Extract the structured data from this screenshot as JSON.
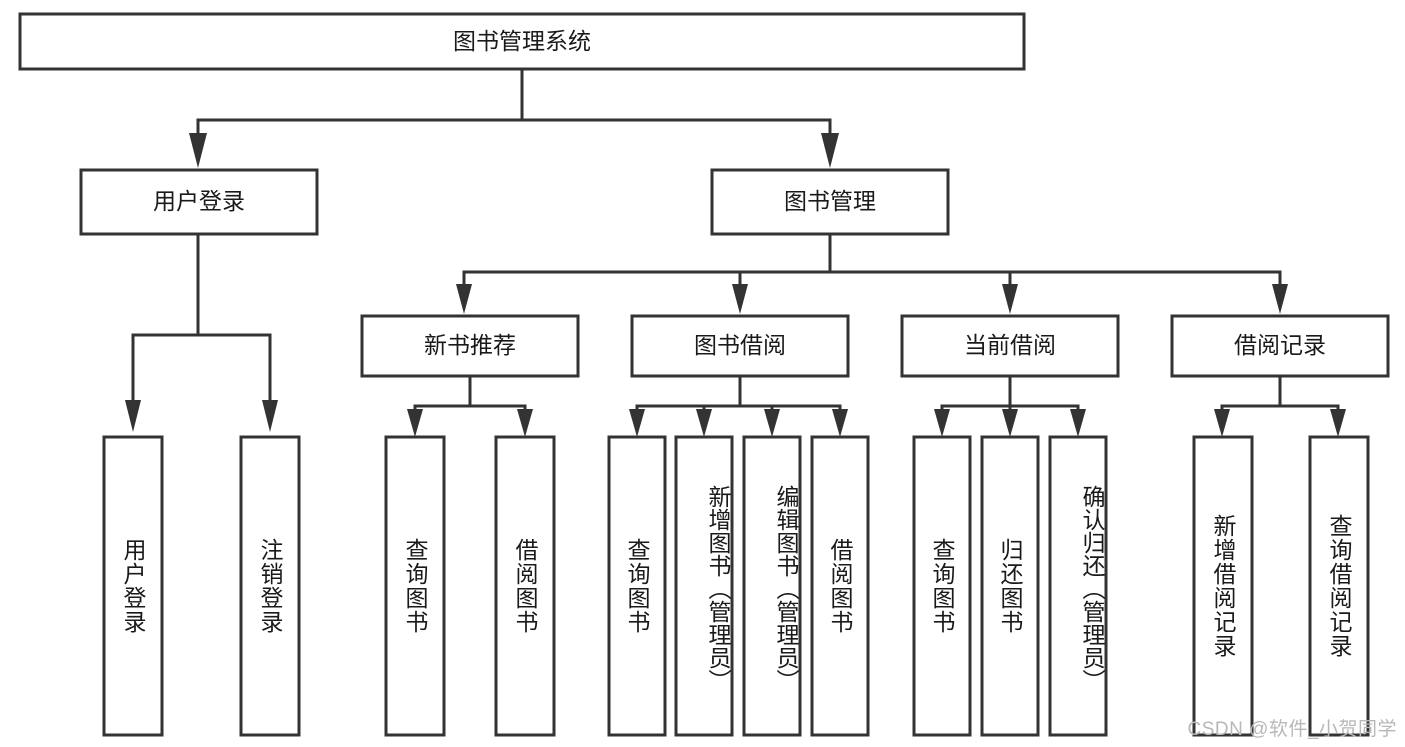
{
  "diagram": {
    "title": "图书管理系统",
    "type": "tree",
    "root": {
      "id": "root",
      "label": "图书管理系统",
      "orientation": "horizontal"
    },
    "level2": [
      {
        "id": "user-login",
        "label": "用户登录",
        "orientation": "horizontal"
      },
      {
        "id": "book-manage",
        "label": "图书管理",
        "orientation": "horizontal"
      }
    ],
    "level3": [
      {
        "id": "new-book-recommend",
        "label": "新书推荐",
        "orientation": "horizontal",
        "parent": "book-manage"
      },
      {
        "id": "book-borrow",
        "label": "图书借阅",
        "orientation": "horizontal",
        "parent": "book-manage"
      },
      {
        "id": "current-borrow",
        "label": "当前借阅",
        "orientation": "horizontal",
        "parent": "book-manage"
      },
      {
        "id": "borrow-record",
        "label": "借阅记录",
        "orientation": "horizontal",
        "parent": "book-manage"
      }
    ],
    "leaves": [
      {
        "id": "leaf-user-login",
        "label": "用户登录",
        "orientation": "vertical",
        "parent": "user-login"
      },
      {
        "id": "leaf-user-logout",
        "label": "注销登录",
        "orientation": "vertical",
        "parent": "user-login"
      },
      {
        "id": "leaf-query-book-1",
        "label": "查询图书",
        "orientation": "vertical",
        "parent": "new-book-recommend"
      },
      {
        "id": "leaf-borrow-book-1",
        "label": "借阅图书",
        "orientation": "vertical",
        "parent": "new-book-recommend"
      },
      {
        "id": "leaf-query-book-2",
        "label": "查询图书",
        "orientation": "vertical",
        "parent": "book-borrow"
      },
      {
        "id": "leaf-add-book",
        "label": "新增图书（管理员）",
        "orientation": "vertical",
        "parent": "book-borrow"
      },
      {
        "id": "leaf-edit-book",
        "label": "编辑图书（管理员）",
        "orientation": "vertical",
        "parent": "book-borrow"
      },
      {
        "id": "leaf-borrow-book-2",
        "label": "借阅图书",
        "orientation": "vertical",
        "parent": "book-borrow"
      },
      {
        "id": "leaf-query-book-3",
        "label": "查询图书",
        "orientation": "vertical",
        "parent": "current-borrow"
      },
      {
        "id": "leaf-return-book",
        "label": "归还图书",
        "orientation": "vertical",
        "parent": "current-borrow"
      },
      {
        "id": "leaf-confirm-return",
        "label": "确认归还（管理员）",
        "orientation": "vertical",
        "parent": "current-borrow"
      },
      {
        "id": "leaf-add-record",
        "label": "新增借阅记录",
        "orientation": "vertical",
        "parent": "borrow-record"
      },
      {
        "id": "leaf-query-record",
        "label": "查询借阅记录",
        "orientation": "vertical",
        "parent": "borrow-record"
      }
    ]
  },
  "watermark": {
    "text": "CSDN @软件_小贺同学"
  },
  "colors": {
    "box_stroke": "#333333",
    "box_fill": "#ffffff",
    "text": "#1a1a1a",
    "background": "#ffffff",
    "watermark": "#b8b8b8"
  }
}
